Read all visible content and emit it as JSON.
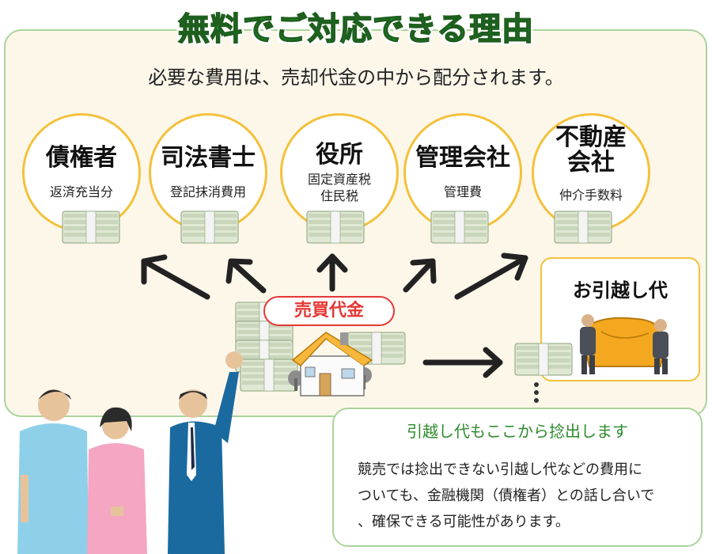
{
  "title": "無料でご対応できる理由",
  "subtitle": "必要な費用は、売却代金の中から配分されます。",
  "recipients": [
    {
      "title": "債権者",
      "detail": "返済充当分"
    },
    {
      "title": "司法書士",
      "detail": "登記抹消費用"
    },
    {
      "title": "役所",
      "detail": "固定資産税\n住民税"
    },
    {
      "title": "管理会社",
      "detail": "管理費"
    },
    {
      "title": "不動産\n会社",
      "detail": "仲介手数料"
    }
  ],
  "moving": {
    "title": "お引越し代"
  },
  "sale": {
    "label": "売買代金"
  },
  "note": {
    "title": "引越し代もここから捻出します",
    "body": "競売では捻出できない引越し代などの費用に\nついても、金融機関（債権者）との話し合いで\n、確保できる可能性があります。"
  },
  "colors": {
    "title_green": "#1f9a2f",
    "panel_border": "#a9d49a",
    "panel_bg": "#fdf7ea",
    "circle_border": "#f4c13b",
    "sale_red": "#e53935",
    "note_title_green": "#2e8b2e",
    "arrow": "#222222",
    "roof": "#f6b73c"
  },
  "icons": [
    "money-stack-icon",
    "arrow-icon",
    "house-icon",
    "people-illustration",
    "movers-illustration"
  ]
}
